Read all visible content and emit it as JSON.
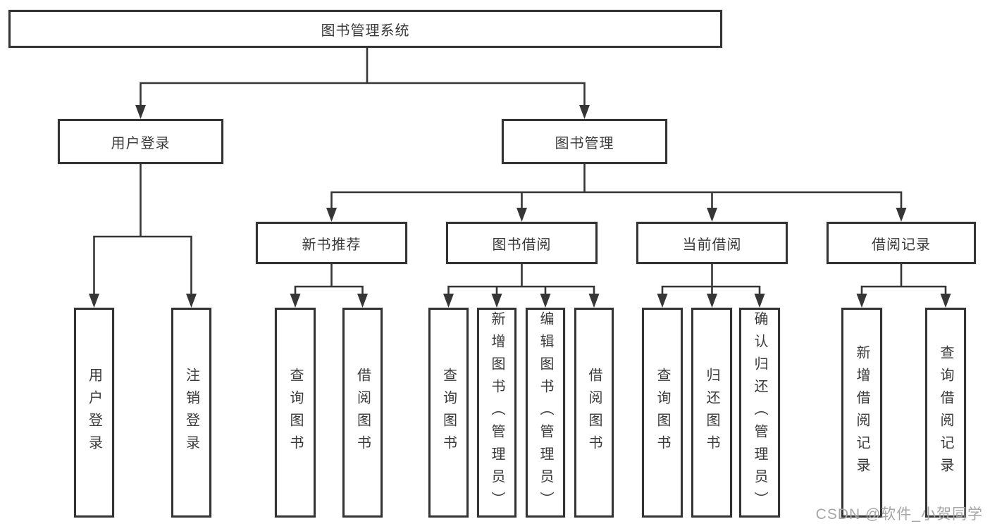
{
  "diagram": {
    "root": {
      "label": "图书管理系统"
    },
    "level2": [
      {
        "label": "用户登录"
      },
      {
        "label": "图书管理"
      }
    ],
    "level3": [
      {
        "label": "新书推荐"
      },
      {
        "label": "图书借阅"
      },
      {
        "label": "当前借阅"
      },
      {
        "label": "借阅记录"
      }
    ],
    "leaves": [
      {
        "label": "用户登录",
        "parent": "用户登录"
      },
      {
        "label": "注销登录",
        "parent": "用户登录"
      },
      {
        "label": "查询图书",
        "parent": "新书推荐"
      },
      {
        "label": "借阅图书",
        "parent": "新书推荐"
      },
      {
        "label": "查询图书",
        "parent": "图书借阅"
      },
      {
        "label": "新增图书（管理员）",
        "parent": "图书借阅"
      },
      {
        "label": "编辑图书（管理员）",
        "parent": "图书借阅"
      },
      {
        "label": "借阅图书",
        "parent": "图书借阅"
      },
      {
        "label": "查询图书",
        "parent": "当前借阅"
      },
      {
        "label": "归还图书",
        "parent": "当前借阅"
      },
      {
        "label": "确认归还（管理员）",
        "parent": "当前借阅"
      },
      {
        "label": "新增借阅记录",
        "parent": "借阅记录"
      },
      {
        "label": "查询借阅记录",
        "parent": "借阅记录"
      }
    ],
    "colors": {
      "line": "#363636",
      "border": "#343434",
      "text": "#3a3a3a",
      "background": "#ffffff",
      "watermark": "#a6a6a6"
    }
  },
  "watermark": {
    "text": "CSDN @软件_小贺同学"
  }
}
